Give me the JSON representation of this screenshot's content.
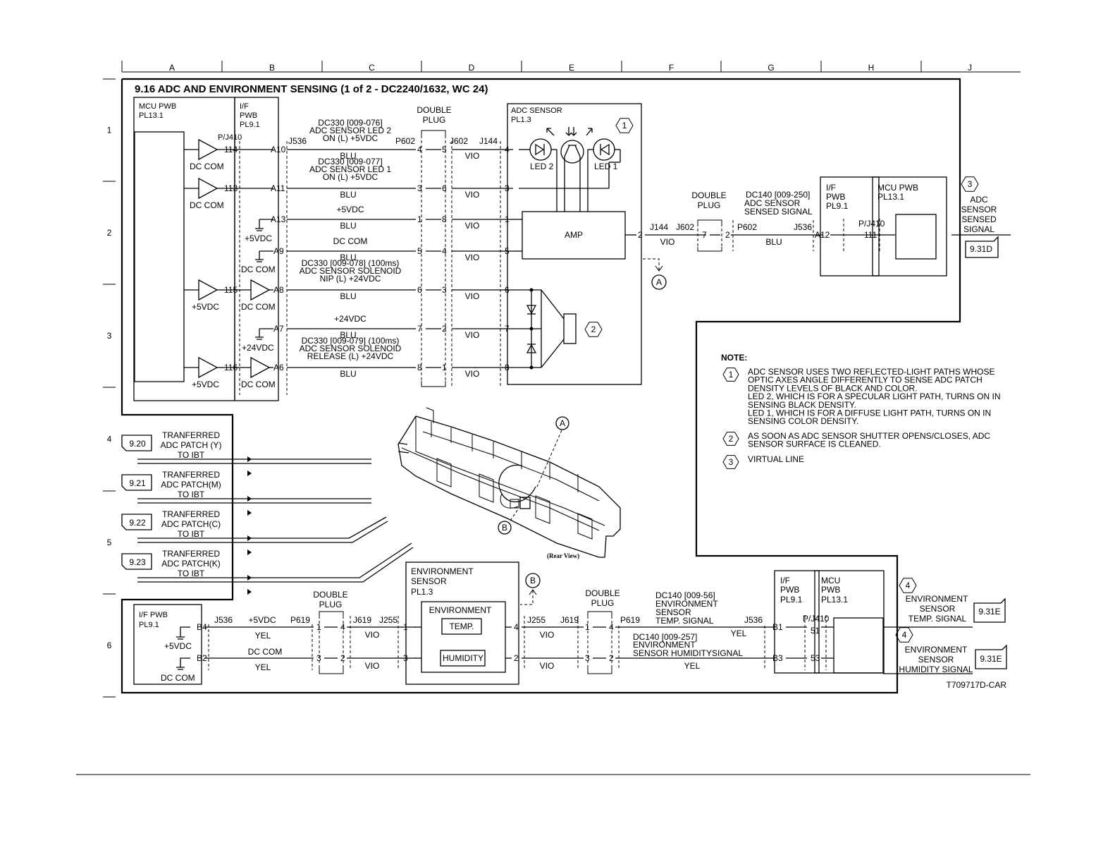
{
  "title": "9.16 ADC AND ENVIRONMENT SENSING (1 of 2 - DC2240/1632, WC 24)",
  "drawing_id": "T709717D-CAR",
  "grid": {
    "columns": [
      "A",
      "B",
      "C",
      "D",
      "E",
      "F",
      "G",
      "H",
      "J"
    ],
    "rows": [
      "1",
      "2",
      "3",
      "4",
      "5",
      "6"
    ]
  },
  "mcu_pwb": {
    "name": "MCU PWB",
    "pl": "PL13.1",
    "connector": "P/J410"
  },
  "if_pwb": {
    "line1": "I/F",
    "line2": "PWB",
    "pl": "PL9.1"
  },
  "mcu_pins": [
    "114",
    "113",
    "115",
    "116"
  ],
  "if_pins": [
    "A10",
    "A11",
    "A13",
    "A9",
    "A8",
    "A7",
    "A6"
  ],
  "left_labels": {
    "dc_com": "DC COM",
    "p5vdc": "+5VDC",
    "p24vdc": "+24VDC"
  },
  "connectors": {
    "j536": "J536",
    "p602": "P602",
    "j602": "J602",
    "j144": "J144"
  },
  "double_plug": {
    "line1": "DOUBLE",
    "line2": "PLUG"
  },
  "wires_top": [
    {
      "sig": [
        "DC330 [009-076]",
        "ADC SENSOR LED 2",
        "ON (L) +5VDC"
      ],
      "color": "BLU",
      "pl": "4",
      "pr": "5",
      "vio": "VIO",
      "pin": "4"
    },
    {
      "sig": [
        "DC330 [009-077]",
        "ADC SENSOR LED 1",
        "ON (L) +5VDC"
      ],
      "color": "BLU",
      "pl": "3",
      "pr": "6",
      "vio": "VIO",
      "pin": "3"
    },
    {
      "sig": [
        "+5VDC"
      ],
      "color": "BLU",
      "pl": "1",
      "pr": "8",
      "vio": "VIO",
      "pin": "1"
    },
    {
      "sig": [
        "DC COM"
      ],
      "color": "BLU",
      "pl": "5",
      "pr": "4",
      "vio": "VIO",
      "pin": "5"
    },
    {
      "sig": [
        "DC330 [009-078] (100ms)",
        "ADC SENSOR SOLENOID",
        "NIP (L) +24VDC"
      ],
      "color": "BLU",
      "pl": "6",
      "pr": "3",
      "vio": "VIO",
      "pin": "6"
    },
    {
      "sig": [
        "+24VDC"
      ],
      "color": "BLU",
      "pl": "7",
      "pr": "2",
      "vio": "VIO",
      "pin": "7"
    },
    {
      "sig": [
        "DC330 [009-079] (100ms)",
        "ADC SENSOR SOLENOID",
        "RELEASE (L) +24VDC"
      ],
      "color": "BLU",
      "pl": "8",
      "pr": "1",
      "vio": "VIO",
      "pin": "8"
    }
  ],
  "adc_sensor": {
    "name": "ADC SENSOR",
    "pl": "PL1.3",
    "led2": "LED 2",
    "led1": "LED 1",
    "amp": "AMP",
    "out_pin": "2"
  },
  "callouts": [
    "1",
    "2",
    "3",
    "4"
  ],
  "view_points": [
    "A",
    "B"
  ],
  "rear_view": "(Rear View)",
  "adc_out": {
    "j144": "J144",
    "j602": "J602",
    "p602": "P602",
    "j536": "J536",
    "plug_l": "7",
    "plug_r": "2",
    "vio": "VIO",
    "blu": "BLU",
    "sig": [
      "DC140 [009-250]",
      "ADC SENSOR",
      "SENSED SIGNAL"
    ],
    "if_pin": "A12",
    "mcu_conn": "P/J410",
    "mcu_pin": "111"
  },
  "board_if": {
    "line1": "I/F",
    "line2": "PWB",
    "pl": "PL9.1"
  },
  "board_mcu": {
    "name": "MCU PWB",
    "pl": "PL13.1"
  },
  "adc_sensed_label": [
    "ADC",
    "SENSOR",
    "SENSED",
    "SIGNAL"
  ],
  "ref_931d": "9.31D",
  "notes": {
    "title": "NOTE:",
    "items": [
      {
        "n": "1",
        "lines": [
          "ADC SENSOR USES TWO REFLECTED-LIGHT PATHS WHOSE",
          "OPTIC AXES ANGLE DIFFERENTLY TO SENSE ADC PATCH",
          "DENSITY LEVELS OF BLACK AND COLOR.",
          "LED 2, WHICH IS FOR A SPECULAR LIGHT PATH, TURNS ON IN",
          "SENSING BLACK DENSITY.",
          "LED 1, WHICH IS FOR A DIFFUSE LIGHT PATH, TURNS ON IN",
          "SENSING COLOR DENSITY."
        ]
      },
      {
        "n": "2",
        "lines": [
          "AS SOON AS ADC SENSOR SHUTTER OPENS/CLOSES, ADC",
          "SENSOR SURFACE IS CLEANED."
        ]
      },
      {
        "n": "3",
        "lines": [
          "VIRTUAL LINE"
        ]
      }
    ]
  },
  "transfer": [
    {
      "ref": "9.20",
      "lines": [
        "TRANFERRED",
        "ADC PATCH (Y)",
        "TO IBT"
      ]
    },
    {
      "ref": "9.21",
      "lines": [
        "TRANFERRED",
        "ADC PATCH(M)",
        "TO IBT"
      ]
    },
    {
      "ref": "9.22",
      "lines": [
        "TRANFERRED",
        "ADC PATCH(C)",
        "TO IBT"
      ]
    },
    {
      "ref": "9.23",
      "lines": [
        "TRANFERRED",
        "ADC PATCH(K)",
        "TO IBT"
      ]
    }
  ],
  "env": {
    "if_name": "I/F PWB",
    "if_pl": "PL9.1",
    "b4": "B4",
    "b2": "B2",
    "p5vdc": "+5VDC",
    "dc_com": "DC COM",
    "j536": "J536",
    "p619": "P619",
    "j619": "J619",
    "j255": "J255",
    "w1_sig": "+5VDC",
    "w1_color": "YEL",
    "w2_sig": "DC COM",
    "w2_color": "YEL",
    "plug1": [
      "1",
      "4"
    ],
    "plug2": [
      "3",
      "2"
    ],
    "vio": "VIO",
    "sensor_name": "ENVIRONMENT",
    "sensor_name2": "SENSOR",
    "sensor_pl": "PL1.3",
    "inner": "ENVIRONMENT",
    "temp": "TEMP.",
    "humidity": "HUMIDITY",
    "pin_l1": "1",
    "pin_l2": "3",
    "pin_r1": "4",
    "pin_r2": "2",
    "r_j255": "J255",
    "r_j619": "J619",
    "r_p619": "P619",
    "r_j536": "J536",
    "sig1": [
      "DC140 [009-56]",
      "ENVIRONMENT",
      "SENSOR",
      "TEMP. SIGNAL"
    ],
    "sig1_color": "YEL",
    "sig2": [
      "DC140 [009-257]",
      "ENVIRONMENT",
      "SENSOR HUMIDITYSIGNAL"
    ],
    "sig2_color": "YEL",
    "b1": "B1",
    "b3": "B3",
    "mcu_conn": "P/J410",
    "pin51": "51",
    "pin53": "53",
    "mcu_l1": "MCU",
    "mcu_l2": "PWB",
    "mcu_pl": "PL13.1",
    "out1": [
      "ENVIRONMENT",
      "SENSOR",
      "TEMP. SIGNAL"
    ],
    "out2": [
      "ENVIRONMENT",
      "SENSOR",
      "HUMIDITY SIGNAL"
    ],
    "ref1": "9.31E",
    "ref2": "9.31E"
  }
}
